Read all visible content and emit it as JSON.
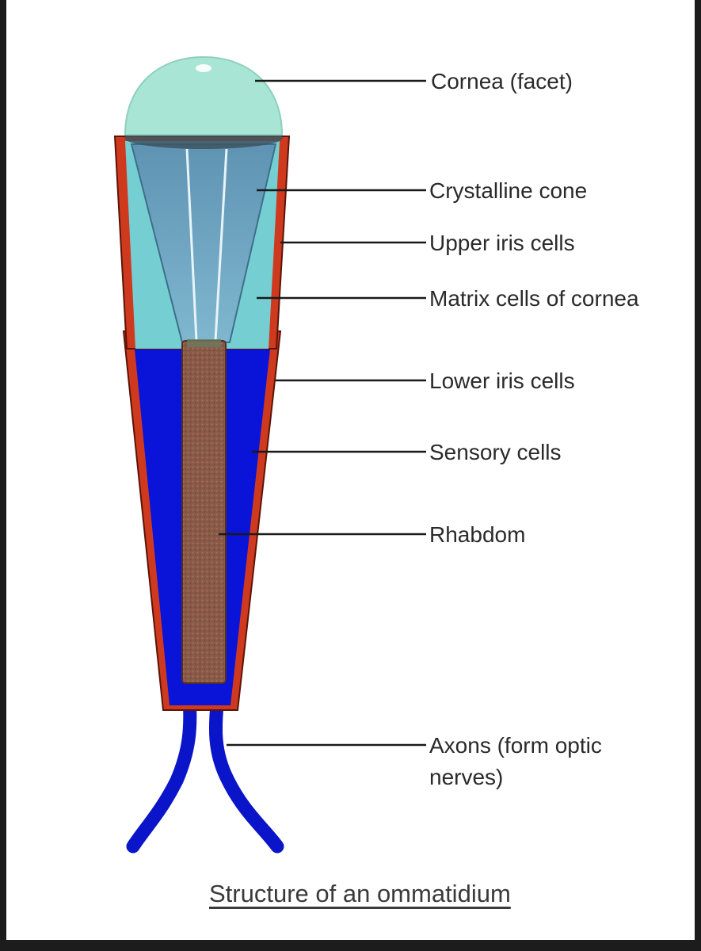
{
  "diagram": {
    "labels": {
      "cornea": "Cornea (facet)",
      "crystalline_cone": "Crystalline cone",
      "upper_iris": "Upper iris cells",
      "matrix_cells": "Matrix cells of cornea",
      "lower_iris": "Lower iris cells",
      "sensory_cells": "Sensory cells",
      "rhabdom": "Rhabdom",
      "axons_line1": "Axons (form optic",
      "axons_line2": "nerves)"
    },
    "caption": "Structure of an ommatidium"
  },
  "colors": {
    "cornea": "#a9e5d4",
    "cone": "#6fa6c2",
    "matrix": "#75cfd2",
    "iris": "#cf3a1f",
    "sensory": "#0a14d8",
    "rhabdom": "#8b5a4a",
    "axon": "#0a14c8"
  }
}
